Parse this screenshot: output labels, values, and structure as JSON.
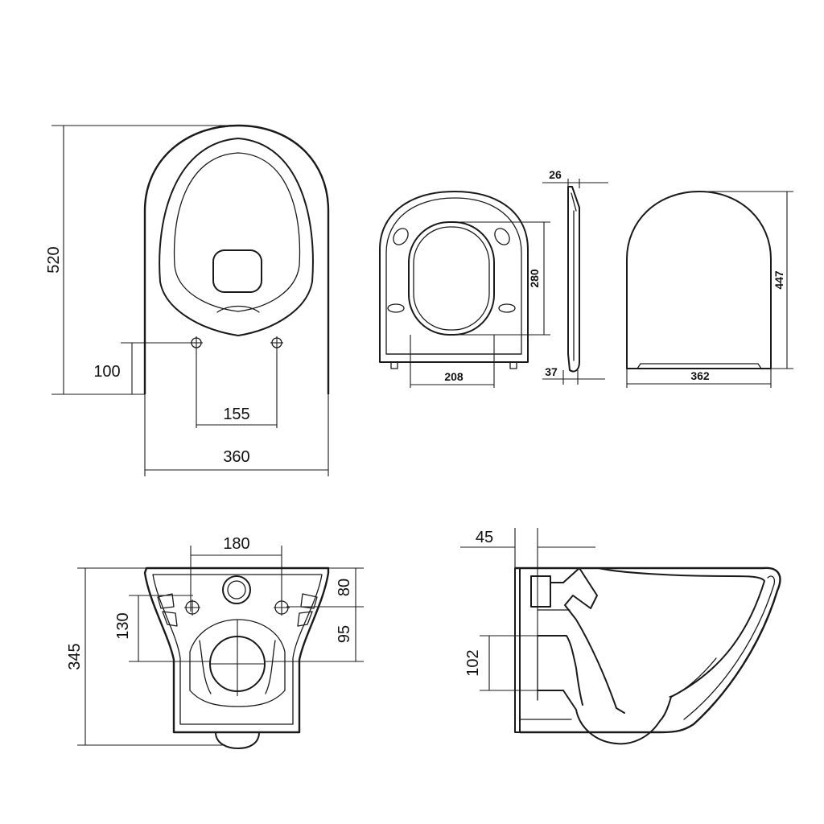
{
  "dimensions": {
    "bowl_top_depth": "520",
    "bowl_top_hole_offset": "100",
    "bowl_top_hole_spacing": "155",
    "bowl_top_width": "360",
    "seat_inner_width": "208",
    "seat_inner_depth": "280",
    "seat_thickness_top": "26",
    "seat_thickness_bottom": "37",
    "lid_depth": "447",
    "lid_width": "362",
    "rear_height": "345",
    "rear_fixing_spacing": "180",
    "rear_offset_80": "80",
    "rear_offset_95": "95",
    "rear_offset_130": "130",
    "side_wall_offset": "45",
    "side_outlet_height": "102"
  },
  "colors": {
    "line": "#1a1a1a",
    "background": "#ffffff"
  }
}
